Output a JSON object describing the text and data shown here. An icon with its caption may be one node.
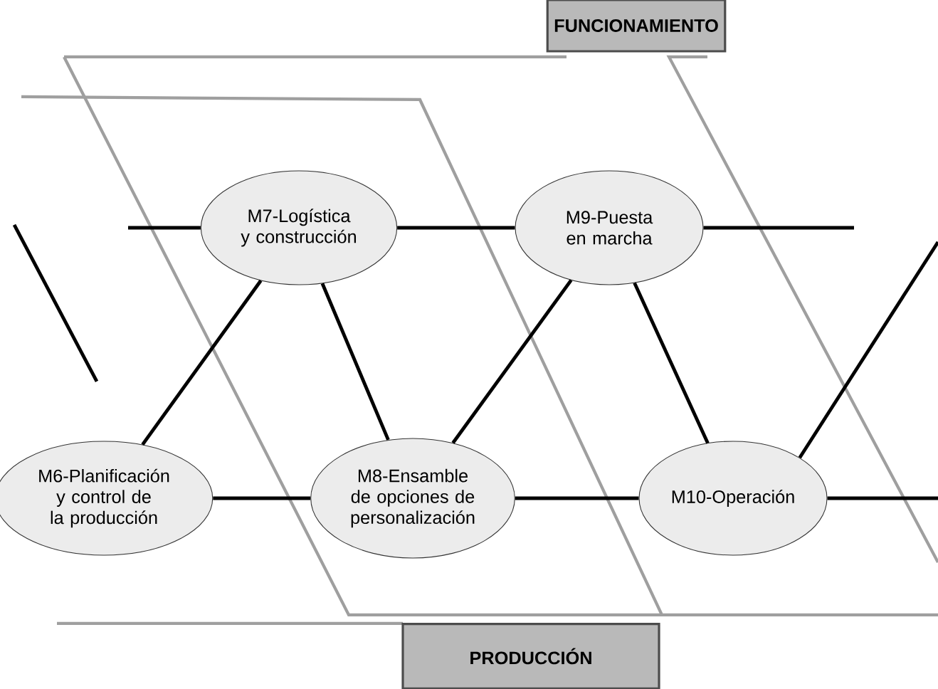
{
  "diagram": {
    "nodes": [
      {
        "text": [
          "FUNCIONAMIENTO"
        ]
      },
      {
        "text": [
          "M7-Logística y construcción"
        ]
      },
      {
        "text": [
          "M9-Puesta en marcha"
        ]
      },
      {
        "text": [
          "M6-Planificación y control de la producción"
        ]
      },
      {
        "text": [
          "M8-Ensamble de opciones de personalización"
        ]
      },
      {
        "text": [
          "M10-Operación"
        ]
      },
      {
        "text": [
          "PRODUCCIÓN"
        ]
      }
    ],
    "edges": [
      {
        "from": null,
        "to": 1,
        "arrow": "none"
      },
      {
        "from": 1,
        "to": 2,
        "arrow": "none"
      },
      {
        "from": 2,
        "to": null,
        "arrow": "none"
      },
      {
        "from": 3,
        "to": 1,
        "arrow": "none"
      },
      {
        "from": 1,
        "to": 4,
        "arrow": "none"
      },
      {
        "from": 4,
        "to": 2,
        "arrow": "none"
      },
      {
        "from": 2,
        "to": 5,
        "arrow": "none"
      },
      {
        "from": 3,
        "to": 4,
        "arrow": "none"
      },
      {
        "from": 4,
        "to": 5,
        "arrow": "none"
      },
      {
        "from": 5,
        "to": null,
        "arrow": "none"
      },
      {
        "from": 5,
        "to": null,
        "arrow": "none"
      }
    ]
  }
}
